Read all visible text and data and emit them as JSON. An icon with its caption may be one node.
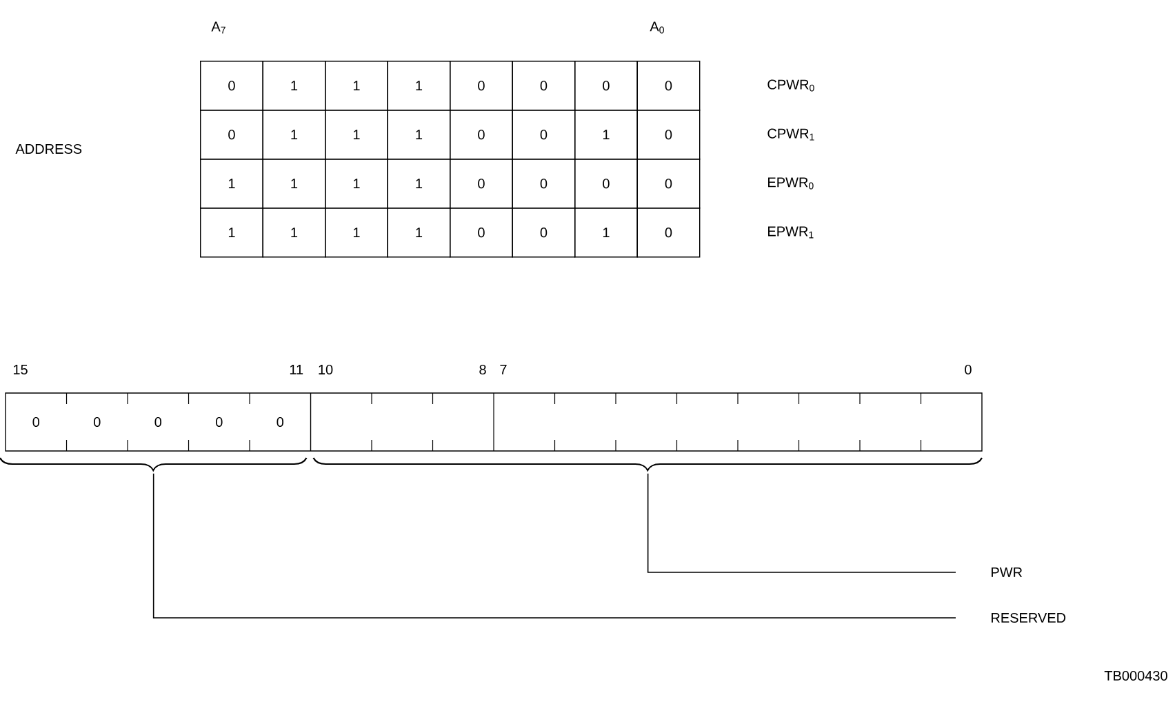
{
  "diagram": {
    "nodes": [
      {
        "text": [],
        "shape": "brace"
      },
      {
        "text": [],
        "shape": "brace"
      },
      {
        "text": [
          "PWR"
        ]
      },
      {
        "text": [
          "RESERVED"
        ]
      }
    ],
    "edges": [
      {
        "from": 2,
        "to": 1,
        "arrow": "none"
      },
      {
        "from": 3,
        "to": 0,
        "arrow": "none"
      }
    ],
    "labels": [
      "A$_{7}$",
      "A$_{0}$",
      "ADDRESS",
      "0",
      "1",
      "1",
      "1",
      "0",
      "0",
      "0",
      "0",
      "0",
      "1",
      "1",
      "1",
      "0",
      "0",
      "1",
      "0",
      "1",
      "1",
      "1",
      "1",
      "0",
      "0",
      "0",
      "0",
      "1",
      "1",
      "1",
      "1",
      "0",
      "0",
      "1",
      "0",
      "CPWR$_{0}$",
      "CPWR$_{1}$",
      "EPWR$_{0}$",
      "EPWR$_{1}$",
      "15",
      "11",
      "10",
      "8",
      "7",
      "0",
      "0",
      "0",
      "0",
      "0",
      "0",
      "TB000430"
    ]
  }
}
